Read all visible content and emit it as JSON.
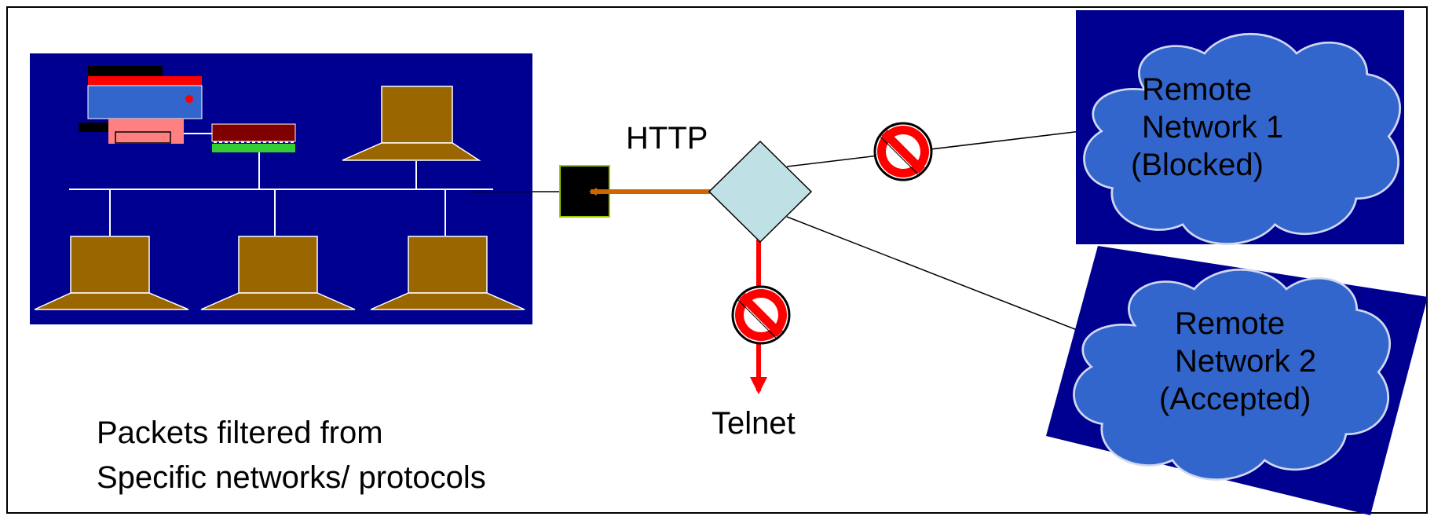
{
  "diagram": {
    "caption_line1": "Packets filtered from",
    "caption_line2": "Specific networks/ protocols",
    "http_label": "HTTP",
    "telnet_label": "Telnet",
    "remote1": {
      "line1": "Remote",
      "line2": "Network 1",
      "line3": "(Blocked)"
    },
    "remote2": {
      "line1": "Remote",
      "line2": "Network 2",
      "line3": "(Accepted)"
    }
  },
  "colors": {
    "lan_background": "#000090",
    "computer": "#996600",
    "computer_outline": "#ffffff",
    "router": "#bfe0e4",
    "http_arrow": "#cc6600",
    "telnet_arrow": "#ff0000",
    "block_sign": "#ff0000",
    "cloud": "#3366cc",
    "cloud_outline": "#cfd8f0",
    "printer_body": "#3366cc",
    "printer_base": "#ff8080",
    "modem_top": "#800000",
    "modem_bottom": "#33cc33"
  },
  "icons": {
    "block": "prohibited-icon",
    "router": "router-diamond-icon",
    "firewall": "firewall-box-icon",
    "cloud": "cloud-icon",
    "computer": "computer-icon",
    "printer": "printer-icon",
    "modem": "modem-icon"
  }
}
